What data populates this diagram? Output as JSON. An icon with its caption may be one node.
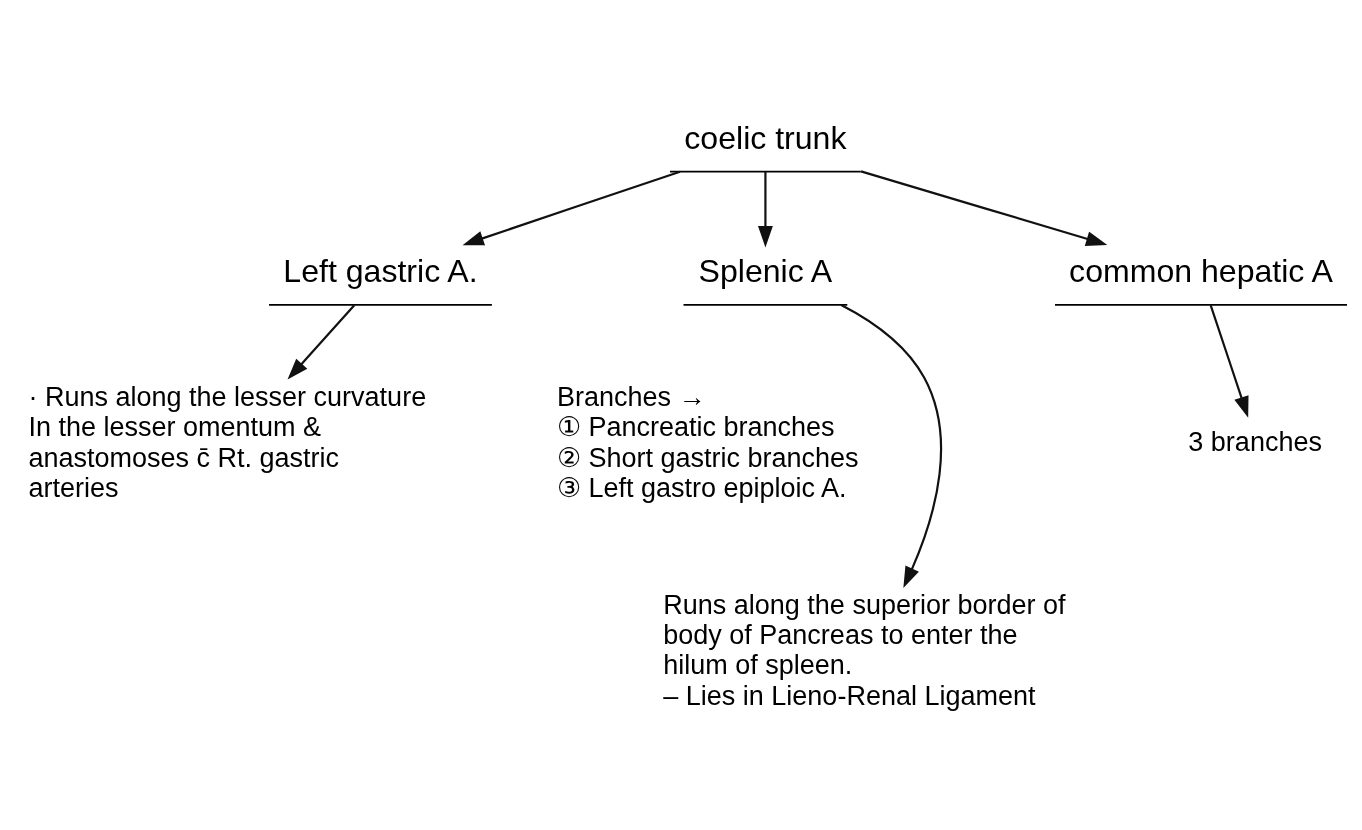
{
  "diagram": {
    "nodes": [
      {
        "text": [
          "coelic trunk"
        ]
      },
      {
        "text": [
          "Left gastric A."
        ]
      },
      {
        "text": [
          "Splenic A"
        ]
      },
      {
        "text": [
          "common hepatic A"
        ]
      },
      {
        "text": [
          "· Runs along the lesser curvature In the lesser omentum & anastomoses c̄ Rt. gastric arteries"
        ]
      },
      {
        "text": [
          "Branches →",
          "① Pancreatic branches",
          "② Short gastric branches",
          "③ Left gastro epiploic A."
        ]
      },
      {
        "text": [
          "Runs along the superior border of body of Pancreas to enter the hilum of spleen.",
          "– Lies in Lieno-Renal Ligament"
        ]
      },
      {
        "text": [
          "3 branches"
        ]
      }
    ],
    "edges": [
      {
        "from": 0,
        "to": 1,
        "arrow": "to"
      },
      {
        "from": 0,
        "to": 2,
        "arrow": "to"
      },
      {
        "from": 0,
        "to": 3,
        "arrow": "to"
      },
      {
        "from": 1,
        "to": 4,
        "arrow": "to"
      },
      {
        "from": 2,
        "to": 6,
        "arrow": "to"
      },
      {
        "from": 3,
        "to": 7,
        "arrow": "to"
      }
    ]
  }
}
